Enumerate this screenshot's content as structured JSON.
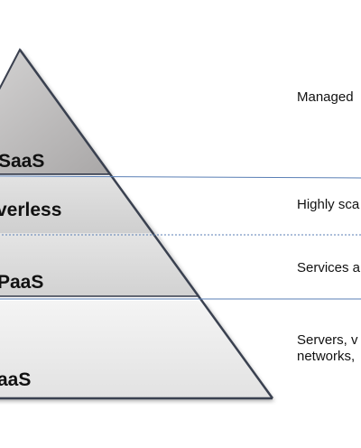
{
  "layers": [
    {
      "name": "SaaS",
      "description": "Managed",
      "fill": "#bdbbbb"
    },
    {
      "name": "verless",
      "description": "Highly sca",
      "fill": "#d4d4d4"
    },
    {
      "name": "PaaS",
      "description": "Services a",
      "fill": "#dadada"
    },
    {
      "name": "aaS",
      "description": "Servers, v\nnetworks,",
      "fill": "#ececec"
    }
  ],
  "colors": {
    "separator_line": "#5a7fb5",
    "pyramid_outline": "#3a4150",
    "band_highlight": "#ffffff"
  }
}
